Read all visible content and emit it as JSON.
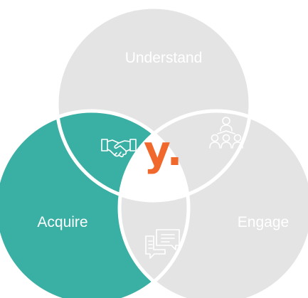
{
  "colors": {
    "background": "#ffffff",
    "inactive_fill": "#e4e4e4",
    "active_fill": "#3aafa4",
    "center_fill": "#ffffff",
    "divider": "#ffffff",
    "inactive_icon": "#ffffff",
    "active_icon": "#ffffff",
    "logo_text": "#f0682b",
    "logo_dot": "#3aafa4"
  },
  "diagram": {
    "center_logo": {
      "text": "y.",
      "icon": "brand-logo"
    },
    "regions": [
      {
        "id": "understand",
        "label": "Understand",
        "active": false
      },
      {
        "id": "acquire",
        "label": "Acquire",
        "active": true
      },
      {
        "id": "engage",
        "label": "Engage",
        "active": false
      }
    ],
    "overlaps": [
      {
        "id": "understand-acquire",
        "icon": "handshake-icon",
        "active": true
      },
      {
        "id": "understand-engage",
        "icon": "team-hierarchy-icon",
        "active": false
      },
      {
        "id": "acquire-engage",
        "icon": "chat-bubbles-icon",
        "active": false
      }
    ]
  }
}
